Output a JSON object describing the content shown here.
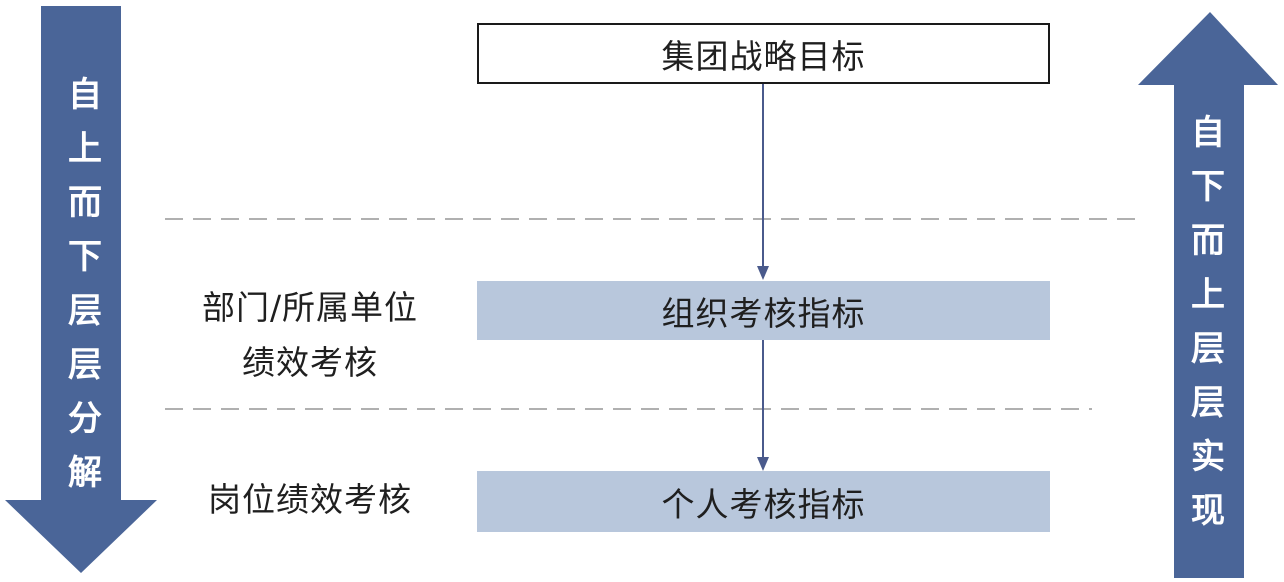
{
  "left_arrow": {
    "text": "自上而下层层分解",
    "chars": [
      "自",
      "上",
      "而",
      "下",
      "层",
      "层",
      "分",
      "解"
    ],
    "color": "#4a6598"
  },
  "right_arrow": {
    "text": "自下而上层层实现",
    "chars": [
      "自",
      "下",
      "而",
      "上",
      "层",
      "层",
      "实",
      "现"
    ],
    "color": "#4a6598"
  },
  "levels": {
    "top_box": "集团战略目标",
    "org_box": "组织考核指标",
    "ind_box": "个人考核指标",
    "dept_label_line1": "部门/所属单位",
    "dept_label_line2": "绩效考核",
    "post_label": "岗位绩效考核"
  },
  "colors": {
    "arrow_fill": "#4a6598",
    "box_fill": "#b8c7dc",
    "connector": "#4a5a8c",
    "divider": "#b0b0b0"
  }
}
